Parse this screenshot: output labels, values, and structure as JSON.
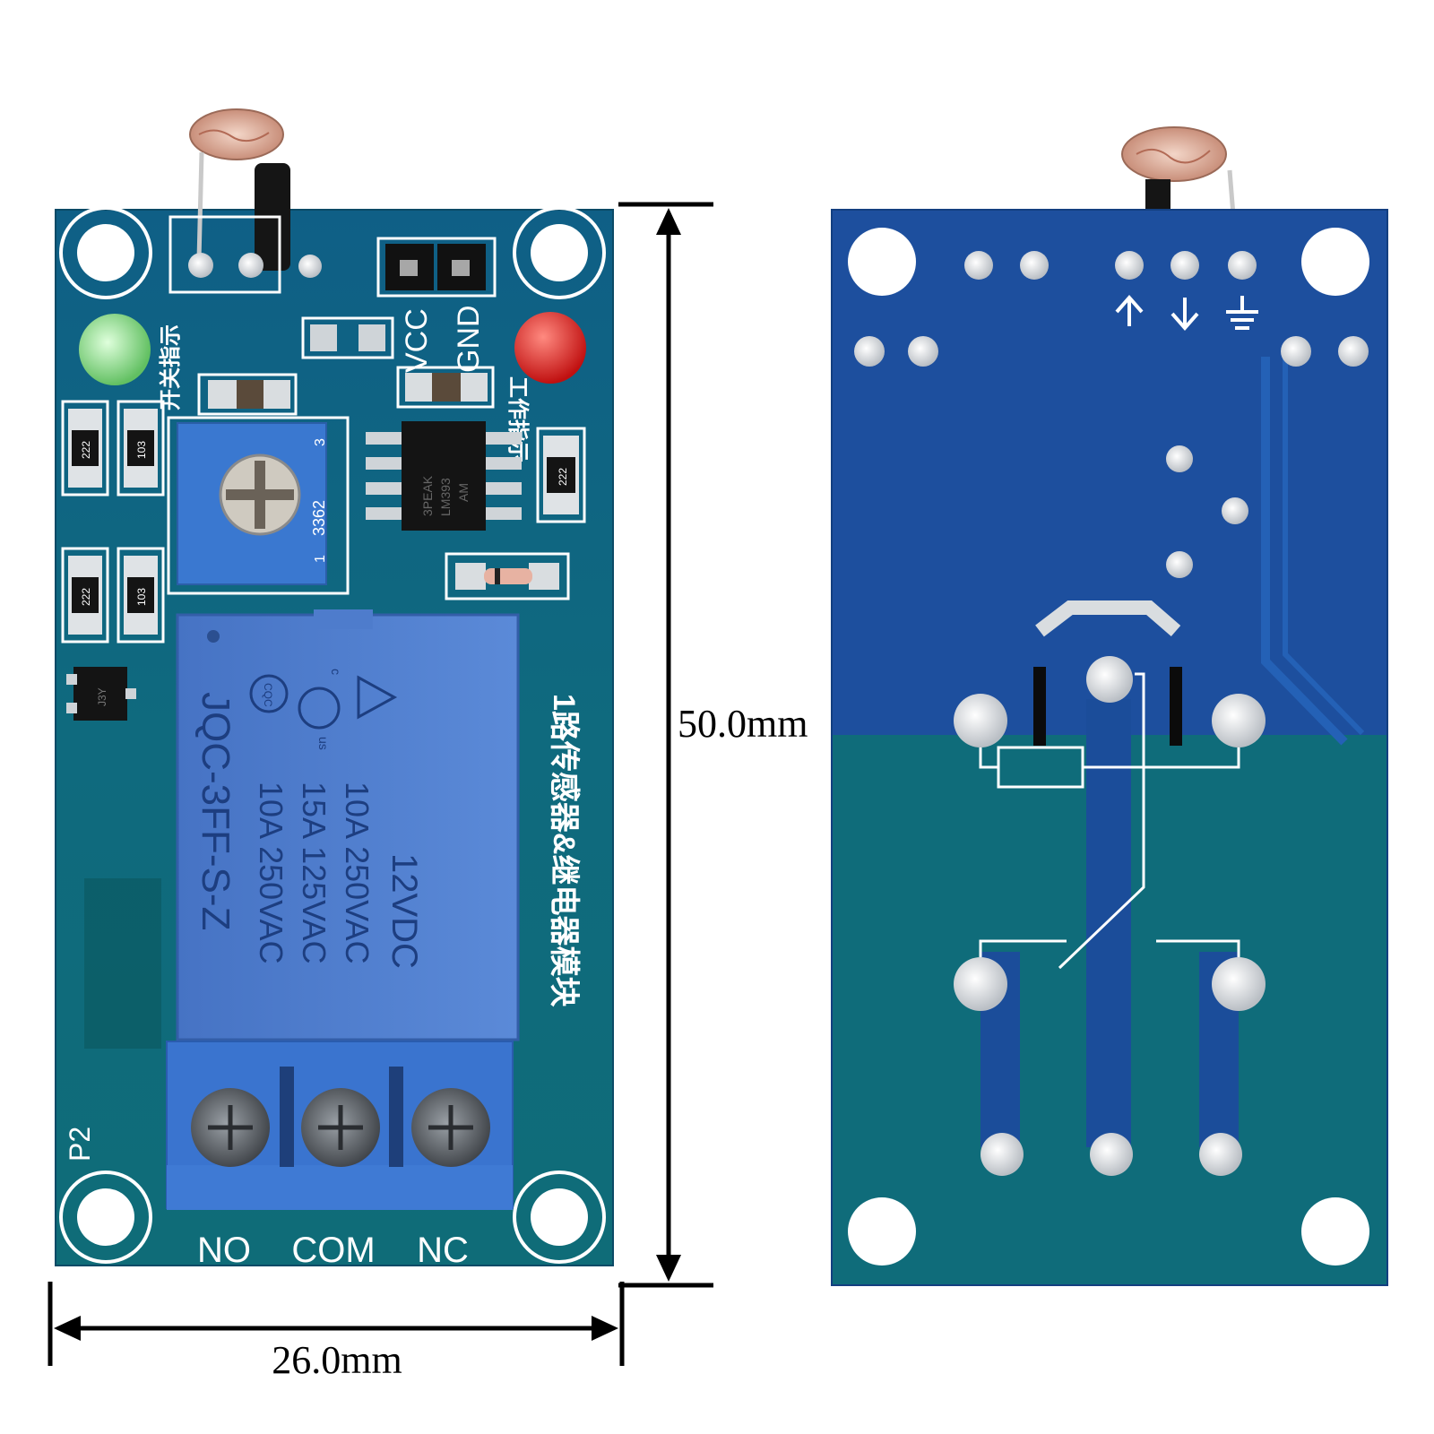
{
  "dimensions": {
    "width_label": "26.0mm",
    "height_label": "50.0mm"
  },
  "front_board": {
    "terminal_labels": [
      "NO",
      "COM",
      "NC"
    ],
    "header_labels": [
      "VCC",
      "GND"
    ],
    "board_id": "P2",
    "module_title": "1路传感器&继电器模块",
    "switch_indicator_label": "开关指示",
    "power_indicator_label": "工作指示",
    "potentiometer_code": "3362",
    "pot_pin_labels": [
      "1",
      "3"
    ],
    "resistor_codes": [
      "222",
      "103",
      "222",
      "103",
      "222"
    ],
    "ic_markings": [
      "3PEAK",
      "LM393",
      "AM"
    ],
    "transistor_code": "J3Y",
    "relay": {
      "voltage": "12VDC",
      "model": "JQC-3FF-S-Z",
      "ratings": [
        "10A 250VAC",
        "15A 125VAC",
        "10A 250VAC"
      ],
      "cert_marks": [
        "CQC",
        "c",
        "us"
      ]
    }
  },
  "back_board": {
    "pin_symbols": [
      "up-arrow-icon",
      "down-arrow-icon",
      "ground-icon"
    ]
  },
  "colors": {
    "pcb_blue": "#1d4f9e",
    "pcb_teal": "#0f6c7a",
    "relay_blue": "#4f7fd0",
    "terminal_blue": "#3a74cf",
    "silkscreen": "#ffffff",
    "led_green": "#8fe08f",
    "led_red": "#e02020"
  }
}
